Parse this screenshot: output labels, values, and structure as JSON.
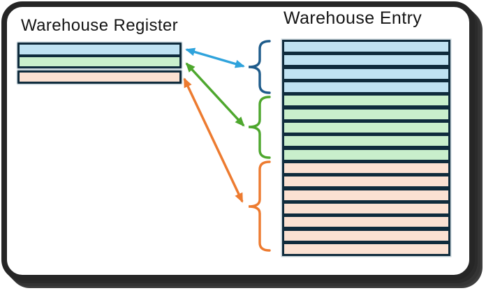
{
  "titles": {
    "register": "Warehouse Register",
    "entry": "Warehouse Entry"
  },
  "palette": {
    "table_border": "#0F2B3C",
    "table_edge": "#C6D3DA",
    "frame": "#262626",
    "background": "#FFFFFF"
  },
  "groups": [
    {
      "id": "blue",
      "fill": "#BFE2F2",
      "accent": "#2FA3DC",
      "brace": "#1F5C8B",
      "register_rows": 1,
      "entry_rows": 4,
      "connector": "double-arrow"
    },
    {
      "id": "green",
      "fill": "#C9EFCC",
      "accent": "#4EA72E",
      "brace": "#4EA72E",
      "register_rows": 1,
      "entry_rows": 5,
      "connector": "double-arrow"
    },
    {
      "id": "orange",
      "fill": "#FBE1D2",
      "accent": "#ED7B30",
      "brace": "#ED7B30",
      "register_rows": 1,
      "entry_rows": 7,
      "connector": "double-arrow"
    }
  ]
}
